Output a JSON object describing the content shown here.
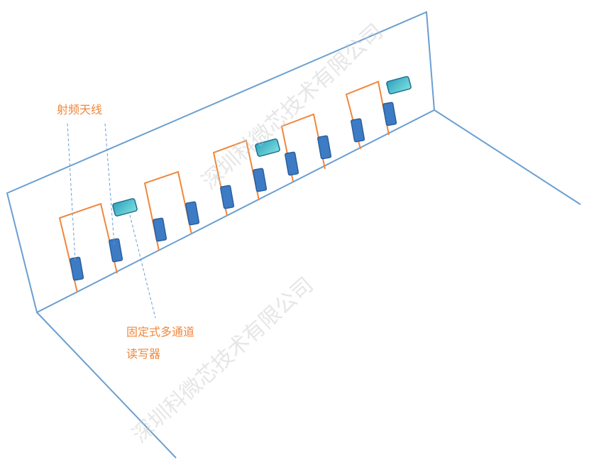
{
  "labels": {
    "antenna": "射频天线",
    "reader_line1": "固定式多通道",
    "reader_line2": "读写器"
  },
  "watermark": "深圳科微芯技术有限公司",
  "icons": {
    "antenna": "antenna-icon",
    "reader": "reader-icon"
  },
  "colors": {
    "wall": "#6a9fd1",
    "gate_frame": "#f0873c",
    "antenna_fill": "#3d7cc4",
    "reader_fill": "#3fb8c8",
    "label": "#f0873c",
    "leader_line": "#6a9fd1",
    "watermark": "#c8c8c8"
  }
}
